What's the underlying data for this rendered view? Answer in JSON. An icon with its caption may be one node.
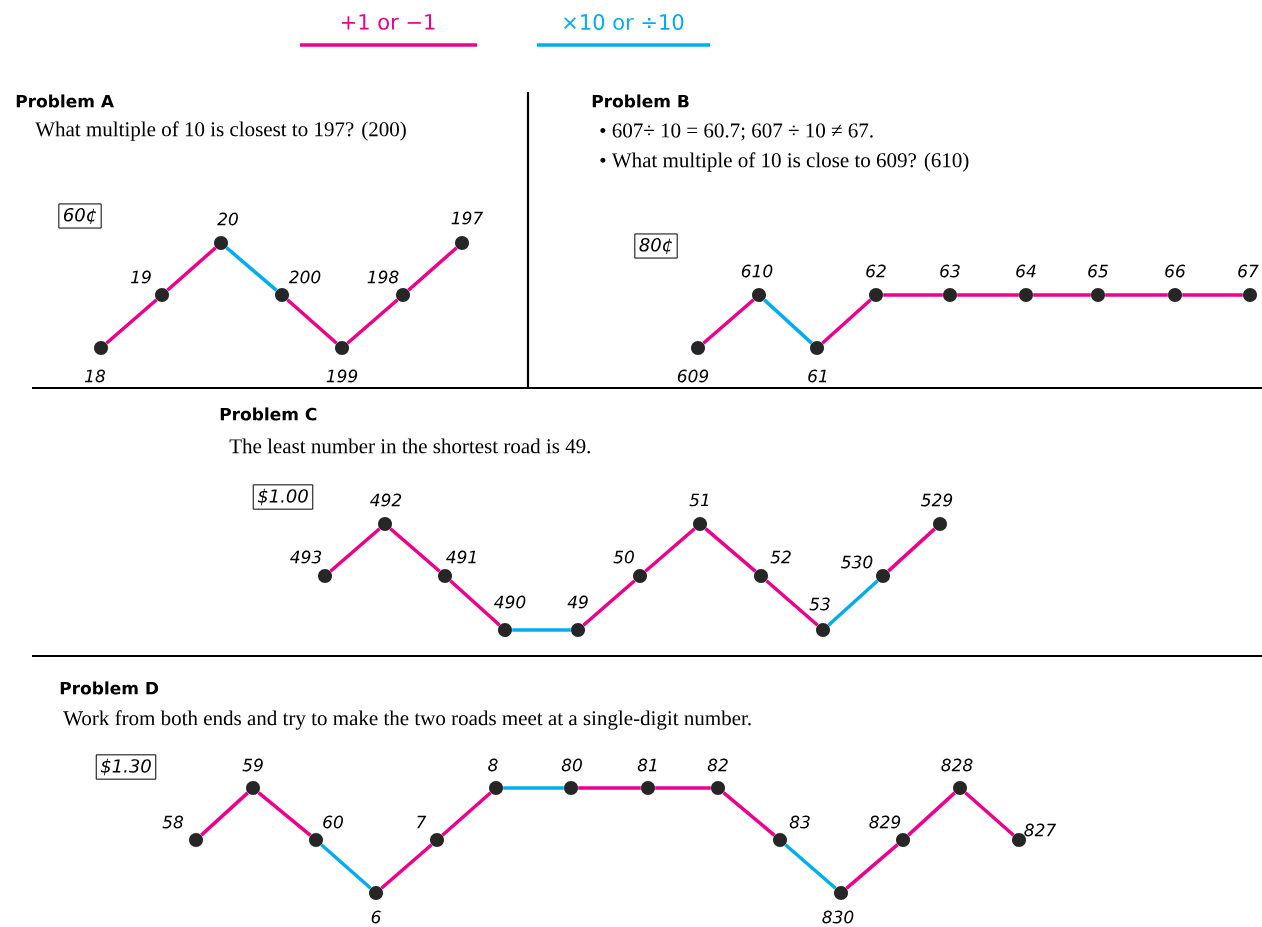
{
  "diagram": {
    "nodes": [
      {
        "text": [
          "60¢"
        ]
      },
      {
        "text": [],
        "shape": "circle",
        "beside": [
          "18"
        ]
      },
      {
        "text": [],
        "shape": "circle",
        "beside": [
          "19"
        ]
      },
      {
        "text": [],
        "shape": "circle",
        "beside": [
          "20"
        ]
      },
      {
        "text": [],
        "shape": "circle",
        "beside": [
          "200"
        ]
      },
      {
        "text": [],
        "shape": "circle",
        "beside": [
          "199"
        ]
      },
      {
        "text": [],
        "shape": "circle",
        "beside": [
          "198"
        ]
      },
      {
        "text": [],
        "shape": "circle",
        "beside": [
          "197"
        ]
      },
      {
        "text": [
          "80¢"
        ]
      },
      {
        "text": [],
        "shape": "circle",
        "beside": [
          "609"
        ]
      },
      {
        "text": [],
        "shape": "circle",
        "beside": [
          "610"
        ]
      },
      {
        "text": [],
        "shape": "circle",
        "beside": [
          "61"
        ]
      },
      {
        "text": [],
        "shape": "circle",
        "beside": [
          "62"
        ]
      },
      {
        "text": [],
        "shape": "circle",
        "beside": [
          "63"
        ]
      },
      {
        "text": [],
        "shape": "circle",
        "beside": [
          "64"
        ]
      },
      {
        "text": [],
        "shape": "circle",
        "beside": [
          "65"
        ]
      },
      {
        "text": [],
        "shape": "circle",
        "beside": [
          "66"
        ]
      },
      {
        "text": [],
        "shape": "circle",
        "beside": [
          "67"
        ]
      },
      {
        "text": [
          "$1.00"
        ]
      },
      {
        "text": [],
        "shape": "circle",
        "beside": [
          "493"
        ]
      },
      {
        "text": [],
        "shape": "circle",
        "beside": [
          "492"
        ]
      },
      {
        "text": [],
        "shape": "circle",
        "beside": [
          "491"
        ]
      },
      {
        "text": [],
        "shape": "circle",
        "beside": [
          "490"
        ]
      },
      {
        "text": [],
        "shape": "circle",
        "beside": [
          "49"
        ]
      },
      {
        "text": [],
        "shape": "circle",
        "beside": [
          "50"
        ]
      },
      {
        "text": [],
        "shape": "circle",
        "beside": [
          "51"
        ]
      },
      {
        "text": [],
        "shape": "circle",
        "beside": [
          "52"
        ]
      },
      {
        "text": [],
        "shape": "circle",
        "beside": [
          "53"
        ]
      },
      {
        "text": [],
        "shape": "circle",
        "beside": [
          "530"
        ]
      },
      {
        "text": [],
        "shape": "circle",
        "beside": [
          "529"
        ]
      },
      {
        "text": [
          "$1.30"
        ]
      },
      {
        "text": [],
        "shape": "circle",
        "beside": [
          "58"
        ]
      },
      {
        "text": [],
        "shape": "circle",
        "beside": [
          "59"
        ]
      },
      {
        "text": [],
        "shape": "circle",
        "beside": [
          "60"
        ]
      },
      {
        "text": [],
        "shape": "circle",
        "beside": [
          "6"
        ]
      },
      {
        "text": [],
        "shape": "circle",
        "beside": [
          "7"
        ]
      },
      {
        "text": [],
        "shape": "circle",
        "beside": [
          "8"
        ]
      },
      {
        "text": [],
        "shape": "circle",
        "beside": [
          "80"
        ]
      },
      {
        "text": [],
        "shape": "circle",
        "beside": [
          "81"
        ]
      },
      {
        "text": [],
        "shape": "circle",
        "beside": [
          "82"
        ]
      },
      {
        "text": [],
        "shape": "circle",
        "beside": [
          "83"
        ]
      },
      {
        "text": [],
        "shape": "circle",
        "beside": [
          "830"
        ]
      },
      {
        "text": [],
        "shape": "circle",
        "beside": [
          "829"
        ]
      },
      {
        "text": [],
        "shape": "circle",
        "beside": [
          "828"
        ]
      },
      {
        "text": [],
        "shape": "circle",
        "beside": [
          "827"
        ]
      }
    ],
    "edges": [
      {
        "from": 1,
        "to": 2,
        "arrow": "none"
      },
      {
        "from": 2,
        "to": 3,
        "arrow": "none"
      },
      {
        "from": 3,
        "to": 4,
        "arrow": "none",
        "color": "#00aeef"
      },
      {
        "from": 4,
        "to": 5,
        "arrow": "none"
      },
      {
        "from": 5,
        "to": 6,
        "arrow": "none"
      },
      {
        "from": 6,
        "to": 7,
        "arrow": "none"
      },
      {
        "from": 9,
        "to": 10,
        "arrow": "none"
      },
      {
        "from": 10,
        "to": 11,
        "arrow": "none",
        "color": "#00aeef"
      },
      {
        "from": 11,
        "to": 12,
        "arrow": "none"
      },
      {
        "from": 12,
        "to": 13,
        "arrow": "none"
      },
      {
        "from": 13,
        "to": 14,
        "arrow": "none"
      },
      {
        "from": 14,
        "to": 15,
        "arrow": "none"
      },
      {
        "from": 15,
        "to": 16,
        "arrow": "none"
      },
      {
        "from": 16,
        "to": 17,
        "arrow": "none"
      },
      {
        "from": 19,
        "to": 20,
        "arrow": "none"
      },
      {
        "from": 20,
        "to": 21,
        "arrow": "none"
      },
      {
        "from": 21,
        "to": 22,
        "arrow": "none"
      },
      {
        "from": 22,
        "to": 23,
        "arrow": "none",
        "color": "#00aeef"
      },
      {
        "from": 23,
        "to": 24,
        "arrow": "none"
      },
      {
        "from": 24,
        "to": 25,
        "arrow": "none"
      },
      {
        "from": 25,
        "to": 26,
        "arrow": "none"
      },
      {
        "from": 26,
        "to": 27,
        "arrow": "none"
      },
      {
        "from": 27,
        "to": 28,
        "arrow": "none",
        "color": "#00aeef"
      },
      {
        "from": 28,
        "to": 29,
        "arrow": "none"
      },
      {
        "from": 31,
        "to": 32,
        "arrow": "none"
      },
      {
        "from": 32,
        "to": 33,
        "arrow": "none"
      },
      {
        "from": 33,
        "to": 34,
        "arrow": "none",
        "color": "#00aeef"
      },
      {
        "from": 34,
        "to": 35,
        "arrow": "none"
      },
      {
        "from": 35,
        "to": 36,
        "arrow": "none"
      },
      {
        "from": 36,
        "to": 37,
        "arrow": "none",
        "color": "#00aeef"
      },
      {
        "from": 37,
        "to": 38,
        "arrow": "none"
      },
      {
        "from": 38,
        "to": 39,
        "arrow": "none"
      },
      {
        "from": 39,
        "to": 40,
        "arrow": "none"
      },
      {
        "from": 40,
        "to": 41,
        "arrow": "none",
        "color": "#00aeef"
      },
      {
        "from": 41,
        "to": 42,
        "arrow": "none"
      },
      {
        "from": 42,
        "to": 43,
        "arrow": "none"
      },
      {
        "from": 43,
        "to": 44,
        "arrow": "none"
      }
    ],
    "labels": [
      "Problem A",
      "What multiple of 10 is closest to 197?  (200)",
      "Problem B",
      "• 607÷ 10 = 60.7; 607 ÷ 10 ≠ 67.",
      "• What multiple of 10 is close to 609?  (610)",
      "Problem C",
      "The least number in the shortest road is 49.",
      "Problem D",
      "Work from both ends and try to make the two roads meet at a single-digit number."
    ],
    "legend": [
      {
        "text": "+1 or −1"
      },
      {
        "text": "×10 or ÷10"
      }
    ]
  }
}
